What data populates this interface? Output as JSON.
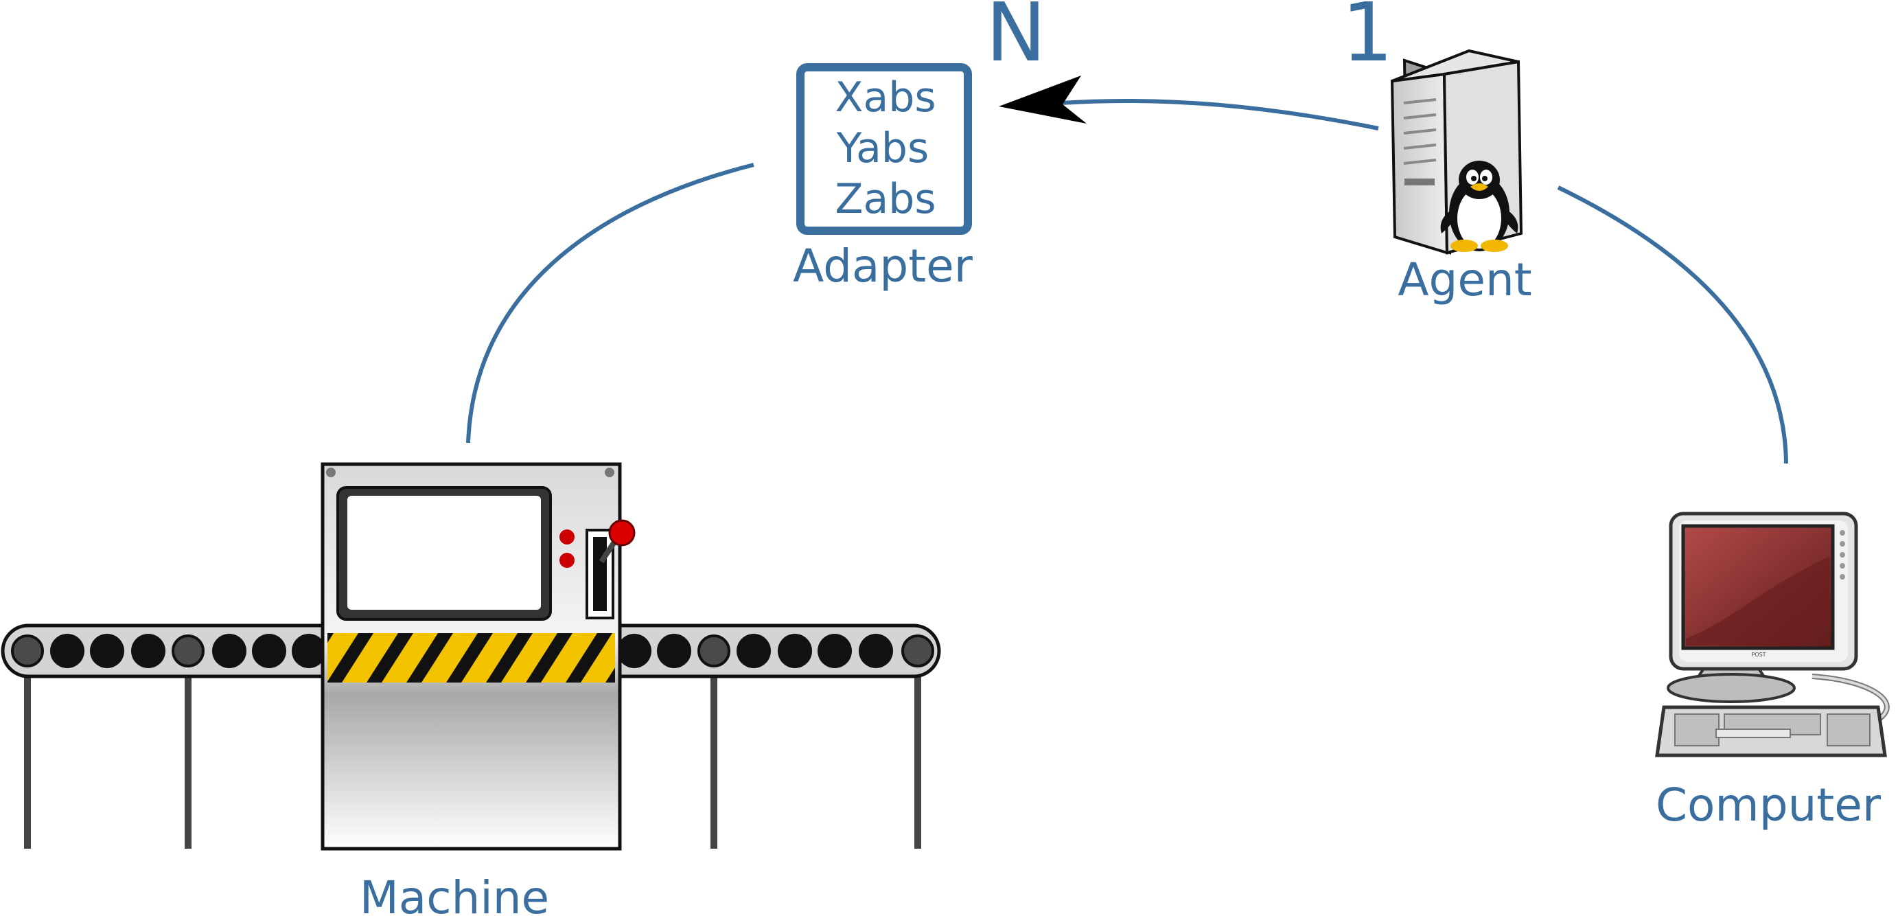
{
  "colors": {
    "accent": "#3a6e9f",
    "hazard_yellow": "#f3c300",
    "alert_red": "#cc0000",
    "screen_red": "#8b2a2a"
  },
  "icons": {
    "machine": "industrial-machine-icon",
    "agent": "linux-server-icon",
    "computer": "desktop-computer-icon",
    "adapter": "adapter-box-icon"
  },
  "labels": {
    "machine": "Machine",
    "adapter": "Adapter",
    "agent": "Agent",
    "computer": "Computer"
  },
  "adapter_lines": [
    "Xabs",
    "Yabs",
    "Zabs"
  ],
  "multiplicity": {
    "adapter_side": "N",
    "agent_side": "1"
  },
  "monitor_brand": "POST"
}
